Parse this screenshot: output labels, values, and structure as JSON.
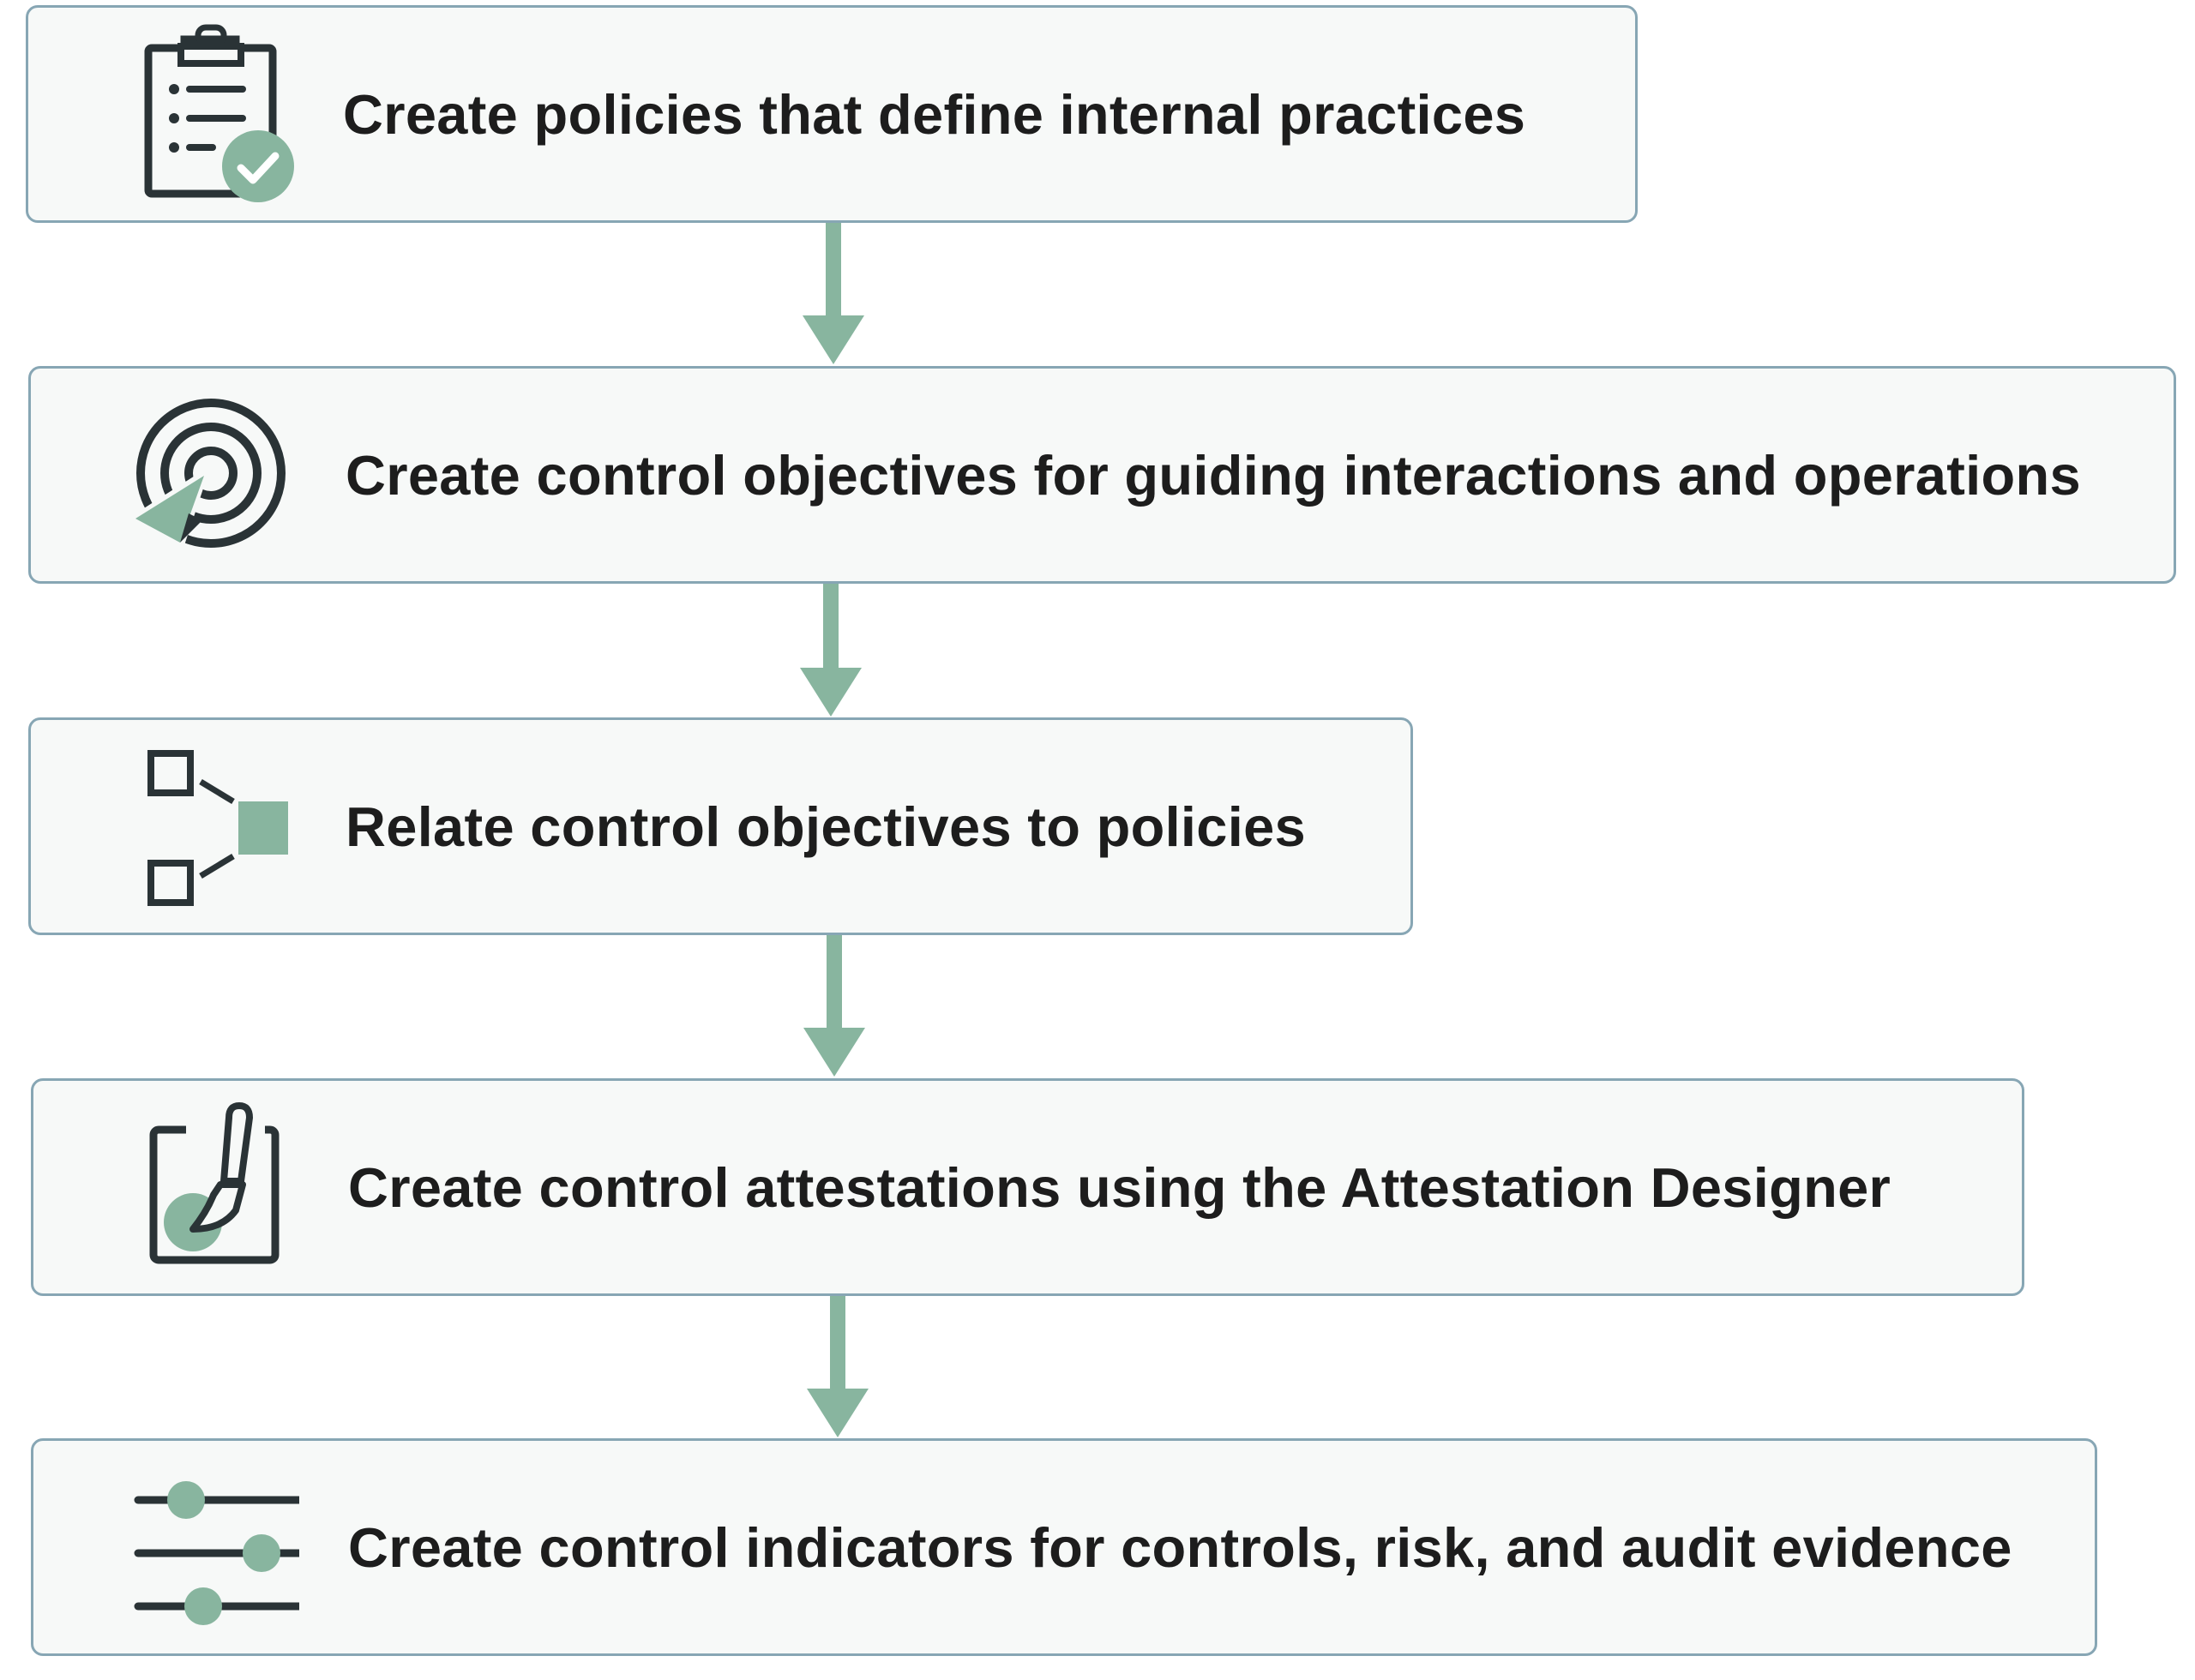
{
  "colors": {
    "box_background": "#f7f9f8",
    "box_border": "#87a6b4",
    "accent_green": "#88b59f",
    "icon_dark": "#2a3336",
    "text": "#1d1d1d"
  },
  "steps": [
    {
      "label": "Create policies that define internal practices",
      "icon": "clipboard-check-icon"
    },
    {
      "label": "Create control objectives for guiding interactions and operations",
      "icon": "target-arrow-icon"
    },
    {
      "label": "Relate control objectives to policies",
      "icon": "relate-boxes-icon"
    },
    {
      "label": "Create control attestations using the Attestation Designer",
      "icon": "design-brush-icon"
    },
    {
      "label": "Create control indicators for controls, risk, and audit evidence",
      "icon": "sliders-icon"
    }
  ],
  "connectors": [
    {
      "from": 1,
      "to": 2,
      "icon": "arrow-down-icon"
    },
    {
      "from": 2,
      "to": 3,
      "icon": "arrow-down-icon"
    },
    {
      "from": 3,
      "to": 4,
      "icon": "arrow-down-icon"
    },
    {
      "from": 4,
      "to": 5,
      "icon": "arrow-down-icon"
    }
  ]
}
